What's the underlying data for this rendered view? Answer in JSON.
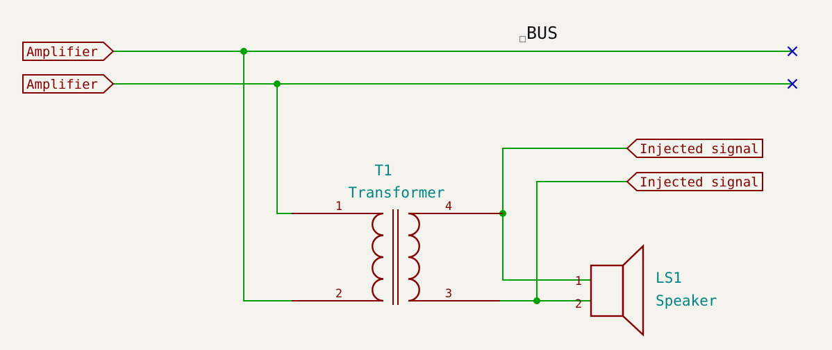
{
  "colors": {
    "background": "#F5F3EE",
    "wire_green": "#00A000",
    "symbol_maroon": "#840000",
    "field_teal": "#008484",
    "no_connect_blue": "#0000C8",
    "text_black": "#111111",
    "anchor_gray": "#8A8A8A"
  },
  "labels": {
    "amplifier_top": "Amplifier",
    "amplifier_bottom": "Amplifier",
    "injected_signal_top": "Injected signal",
    "injected_signal_bottom": "Injected signal",
    "bus": "BUS"
  },
  "transformer": {
    "reference": "T1",
    "value": "Transformer",
    "pin_numbers": {
      "1": "1",
      "2": "2",
      "3": "3",
      "4": "4"
    }
  },
  "speaker": {
    "reference": "LS1",
    "value": "Speaker",
    "pin_numbers": {
      "1": "1",
      "2": "2"
    }
  }
}
